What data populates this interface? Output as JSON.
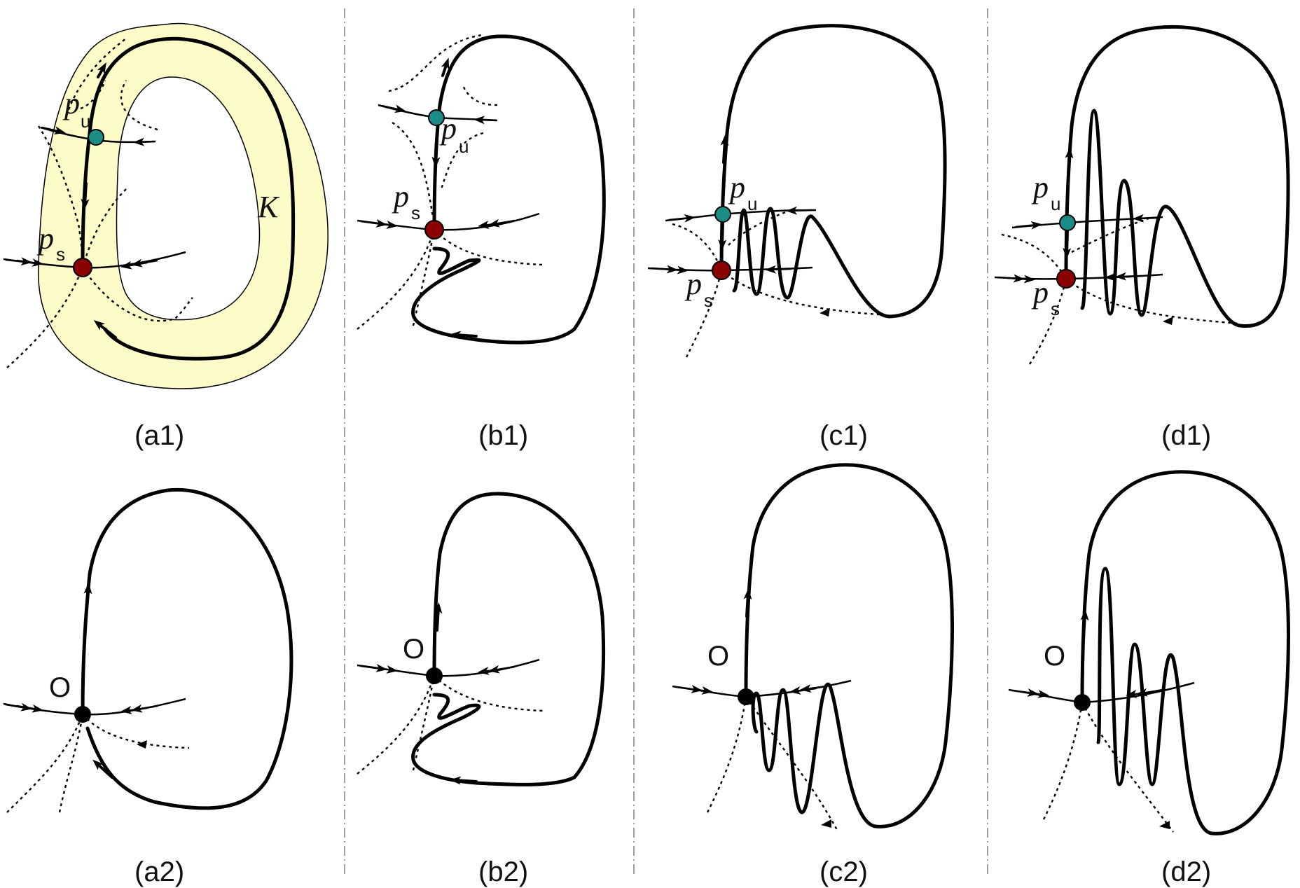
{
  "panels": {
    "a1": {
      "caption": "(a1)",
      "K": "K",
      "pu_main": "p",
      "pu_sub": "u",
      "ps_main": "p",
      "ps_sub": "s"
    },
    "b1": {
      "caption": "(b1)",
      "pu_main": "p",
      "pu_sub": "u",
      "ps_main": "p",
      "ps_sub": "s"
    },
    "c1": {
      "caption": "(c1)",
      "pu_main": "p",
      "pu_sub": "u",
      "ps_main": "p",
      "ps_sub": "s"
    },
    "d1": {
      "caption": "(d1)",
      "pu_main": "p",
      "pu_sub": "u",
      "ps_main": "p",
      "ps_sub": "s"
    },
    "a2": {
      "caption": "(a2)",
      "origin": "O"
    },
    "b2": {
      "caption": "(b2)",
      "origin": "O"
    },
    "c2": {
      "caption": "(c2)",
      "origin": "O"
    },
    "d2": {
      "caption": "(d2)",
      "origin": "O"
    }
  },
  "colors": {
    "annulus_fill": "#fdfbc8",
    "pu_point": "#1c8c87",
    "ps_point": "#8b0000",
    "origin_point": "#000000",
    "separator": "#888888"
  }
}
